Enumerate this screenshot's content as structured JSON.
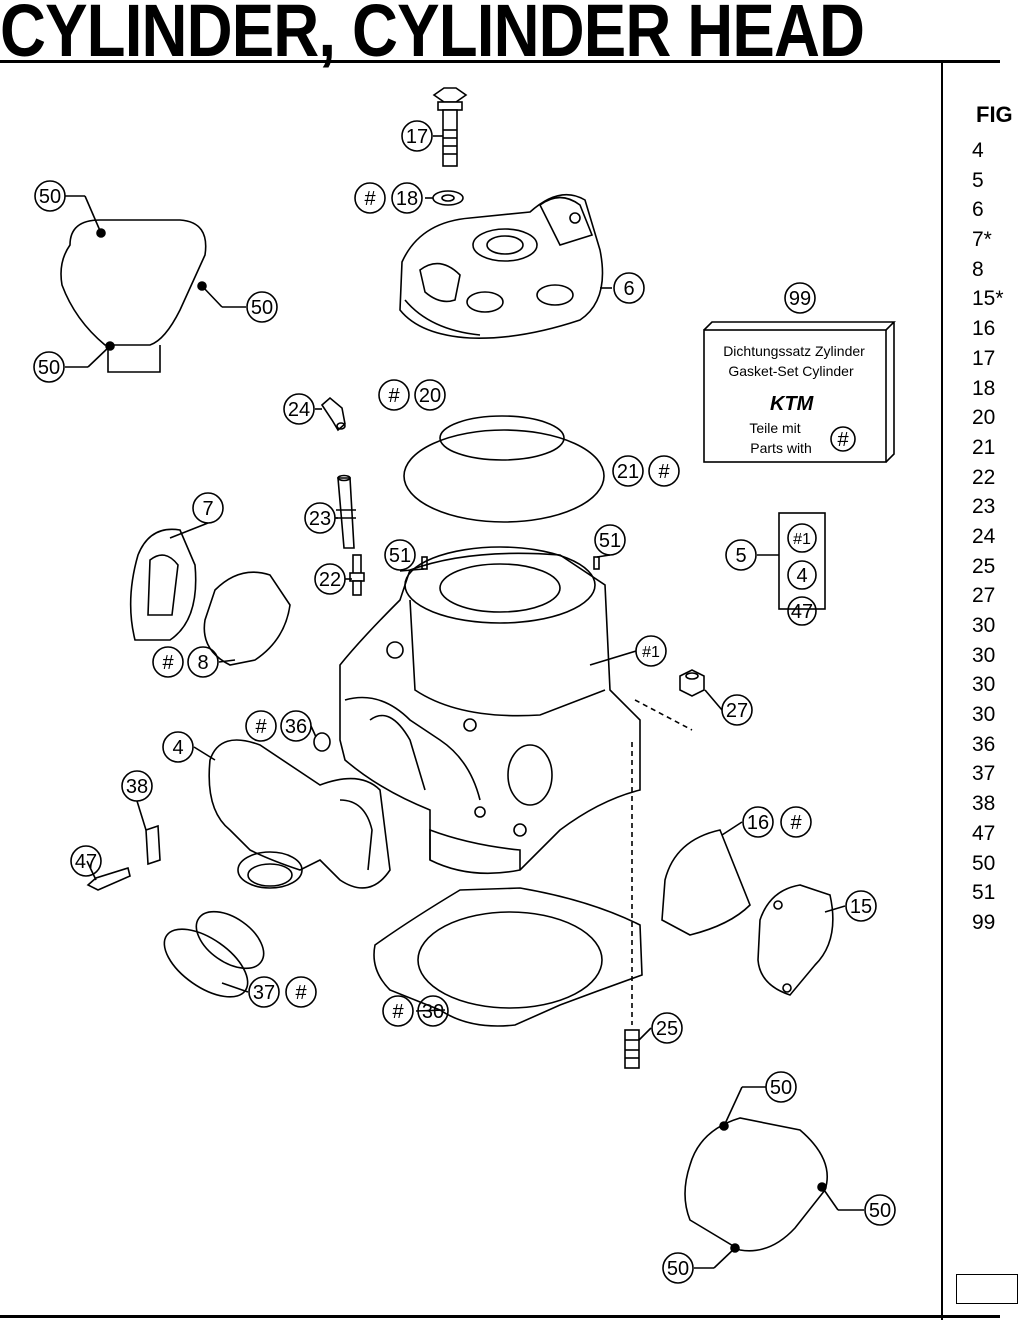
{
  "title": "CYLINDER, CYLINDER HEAD",
  "side_panel": {
    "header": "FIG",
    "items": [
      "4",
      "5",
      "6",
      "7*",
      "8",
      "15*",
      "16",
      "17",
      "18",
      "20",
      "21",
      "22",
      "23",
      "24",
      "25",
      "27",
      "30",
      "30",
      "30",
      "30",
      "36",
      "37",
      "38",
      "47",
      "50",
      "51",
      "99"
    ]
  },
  "gasket_kit": {
    "number": "99",
    "line1": "Dichtungssatz Zylinder",
    "line2": "Gasket-Set Cylinder",
    "brand": "KTM",
    "line3": "Teile mit",
    "line4": "Parts with",
    "symbol": "#"
  },
  "callouts": {
    "c17": "17",
    "c18": "18",
    "c6": "6",
    "c99": "99",
    "c50a": "50",
    "c50b": "50",
    "c50c": "50",
    "c24": "24",
    "c20": "20",
    "c21": "21",
    "c23": "23",
    "c7": "7",
    "c22": "22",
    "c51a": "51",
    "c51b": "51",
    "c5": "5",
    "c5a": "#1",
    "c5b": "4",
    "c5c": "47",
    "c1": "#1",
    "c8": "8",
    "c36": "36",
    "c27": "27",
    "c4": "4",
    "c38": "38",
    "c47": "47",
    "c16": "16",
    "c15": "15",
    "c37": "37",
    "c30": "30",
    "c25": "25",
    "c50d": "50",
    "c50e": "50",
    "c50f": "50",
    "hash": "#"
  }
}
